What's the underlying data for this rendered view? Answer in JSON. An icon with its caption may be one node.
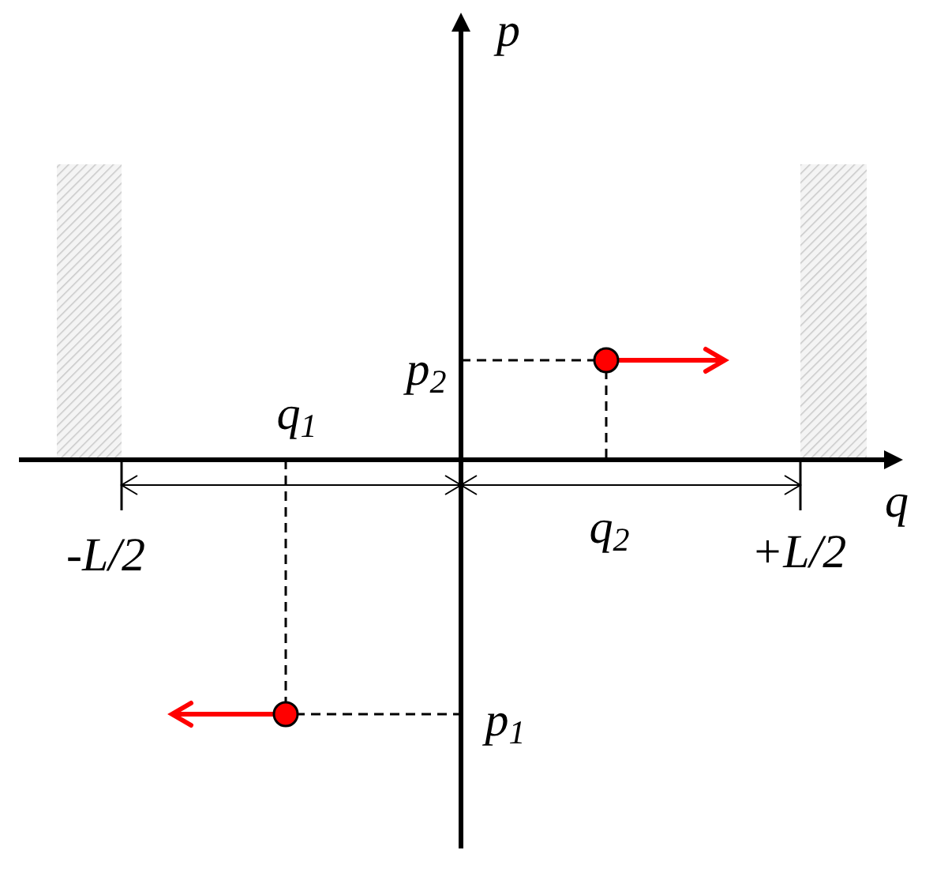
{
  "diagram": {
    "nodes": [
      {
        "text": [],
        "shape": "box"
      },
      {
        "text": [],
        "shape": "box"
      }
    ],
    "labels": [
      "p",
      "p$_{2}$",
      "q$_{1}$",
      "q",
      "-L/2",
      "q$_{2}$",
      "+L/2",
      "p$_{1}$"
    ]
  }
}
